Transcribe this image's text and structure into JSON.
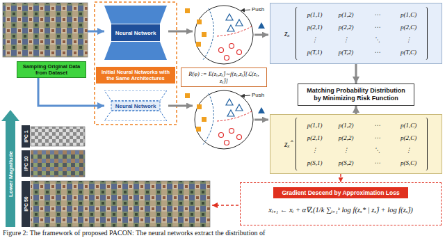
{
  "diagram": {
    "caption": "Figure 2: The framework of proposed PACON: The neural networks extract the distribution of",
    "nodes": [
      {
        "text": [
          "Sampling Original Data from Dataset"
        ]
      },
      {
        "text": [
          "Neural Network"
        ]
      },
      {
        "text": [
          "Initial Neural Networks with the Same Architectures"
        ]
      },
      {
        "text": [
          "Neural Network"
        ]
      },
      {
        "text": [
          "R(φ) := E(zₓ,zₓ̂)∼f(zₓ,zₓ̂)[ℒ(zₓ, zₓ̂)]"
        ]
      },
      {
        "text": [
          "zₓ"
        ]
      },
      {
        "text": [
          "Matching Probability Distribution by Minimizing Risk Function"
        ]
      },
      {
        "text": [
          "zₓ̂"
        ]
      },
      {
        "text": [
          "Gradient Descend by Approximation Loss",
          "xᵢ₊₁ ← xᵢ + α∇ₓ(1/k ∑ᵢ₌₁ᵏ log f(zₓ* | zₓ̂) + log f(zₓ̂))"
        ]
      }
    ],
    "edges": [
      {
        "from": 0,
        "to": 1,
        "arrow": "to"
      },
      {
        "from": 0,
        "to": 3,
        "arrow": "to"
      },
      {
        "from": 5,
        "to": 6,
        "arrow": "to"
      },
      {
        "from": 7,
        "to": 6,
        "arrow": "to"
      },
      {
        "from": 7,
        "to": 8,
        "arrow": "to"
      }
    ],
    "labels": [
      "p(1,1)",
      "p(1,2)",
      "⋯",
      "p(1,C)",
      "p(2,1)",
      "p(2,2)",
      "⋯",
      "p(2,C)",
      "⋮",
      "⋮",
      "⋱",
      "⋮",
      "p(T,1)",
      "p(T,2)",
      "⋯",
      "p(T,C)",
      "p(1,1)",
      "p(1,2)",
      "⋯",
      "p(1,C)",
      "p(2,1)",
      "p(2,2)",
      "⋯",
      "p(2,C)",
      "⋮",
      "⋮",
      "⋱",
      "⋮",
      "p(S,1)",
      "p(S,2)",
      "⋯",
      "p(S,C)",
      "Push",
      "Push",
      "IPC 1",
      "IPC 10",
      "IPC 50",
      "Lower Magnitude"
    ]
  }
}
